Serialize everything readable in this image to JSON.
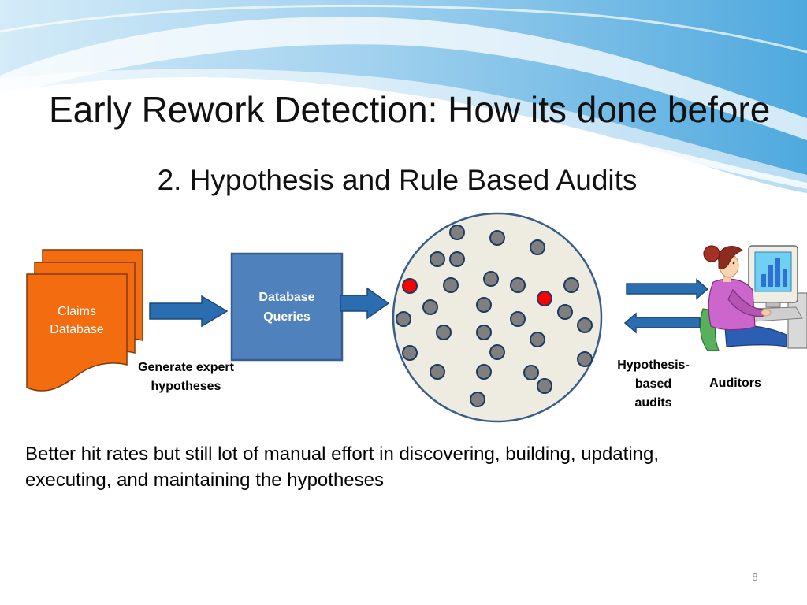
{
  "slide": {
    "title": "Early Rework Detection: How its done before",
    "subtitle": "2. Hypothesis and Rule Based Audits",
    "body_lines": [
      "Better hit rates but still lot of manual effort in discovering, building, updating,",
      "executing, and maintaining the hypotheses"
    ],
    "page_number": "8"
  },
  "diagram": {
    "claims_database": {
      "lines": [
        "Claims",
        "Database"
      ]
    },
    "database_queries": {
      "lines": [
        "Database",
        "Queries"
      ]
    },
    "generate_label": {
      "lines": [
        "Generate expert",
        "hypotheses"
      ]
    },
    "audits_label": {
      "lines": [
        "Hypothesis-",
        "based",
        "audits"
      ]
    },
    "auditors_label": "Auditors",
    "auditor_icon": "person-at-computer-icon"
  },
  "colors": {
    "claims_database": "#f36d10",
    "database_queries": "#4f81bd",
    "arrow": "#2a6db0",
    "record_pool": "#eeece1",
    "record": "#7f7f7f",
    "flagged_record": "#ff0000"
  }
}
